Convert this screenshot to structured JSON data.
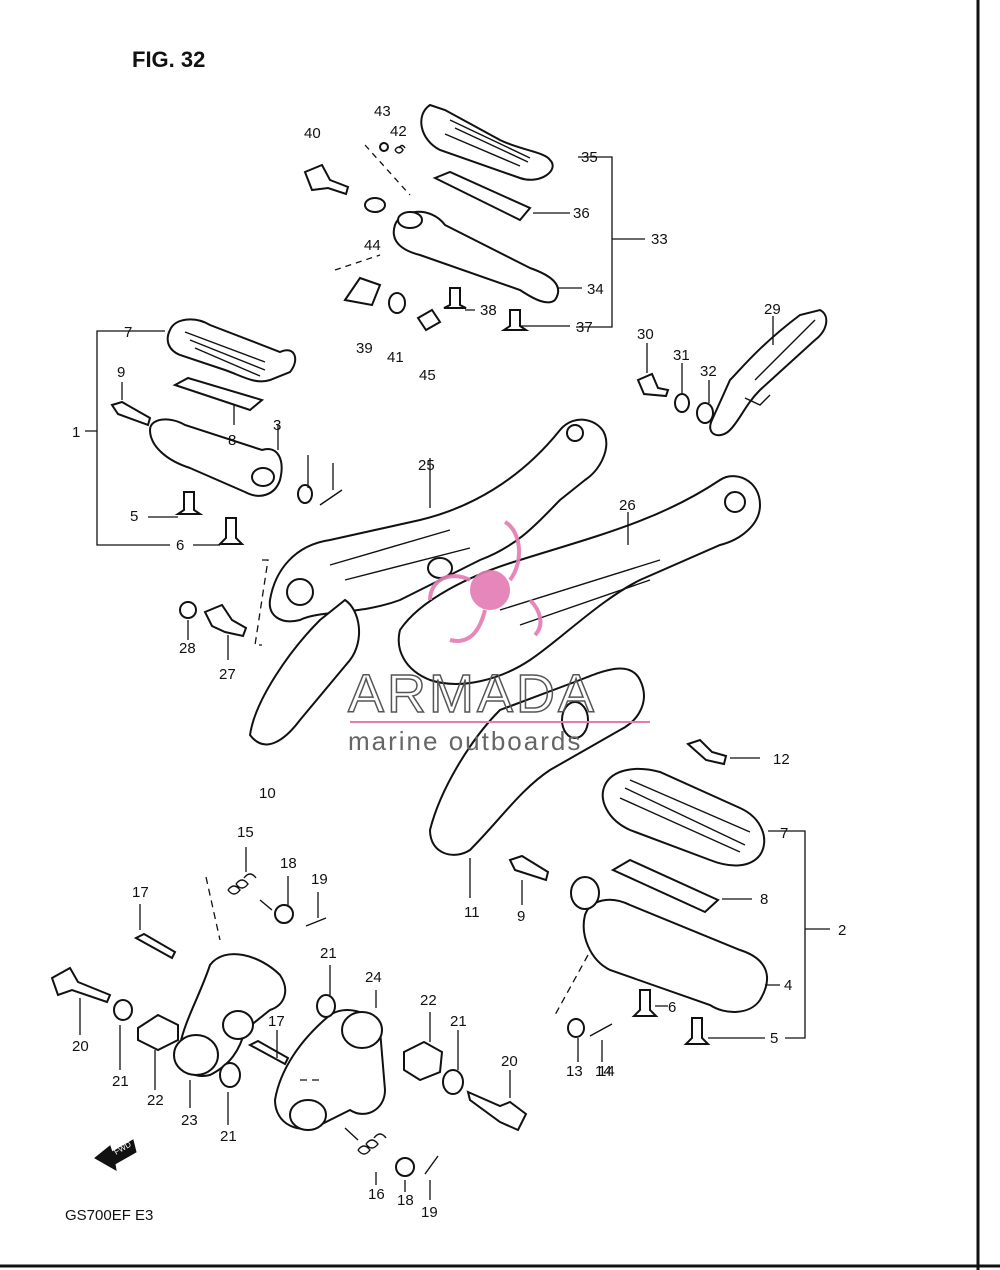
{
  "figure": {
    "title": "FIG. 32",
    "model_code": "GS700EF  E3"
  },
  "watermark": {
    "brand": "ARMADA",
    "tagline": "marine outboards",
    "accent_color": "#e37bb4"
  },
  "fwd_label": "FWD",
  "callouts": [
    "1",
    "2",
    "3",
    "4",
    "5",
    "6",
    "7",
    "8",
    "9",
    "10",
    "11",
    "12",
    "13",
    "14",
    "15",
    "16",
    "17",
    "18",
    "19",
    "20",
    "21",
    "22",
    "23",
    "24",
    "25",
    "26",
    "27",
    "28",
    "29",
    "30",
    "31",
    "32",
    "33",
    "34",
    "35",
    "36",
    "37",
    "38",
    "39",
    "40",
    "41",
    "42",
    "43",
    "44",
    "45"
  ]
}
